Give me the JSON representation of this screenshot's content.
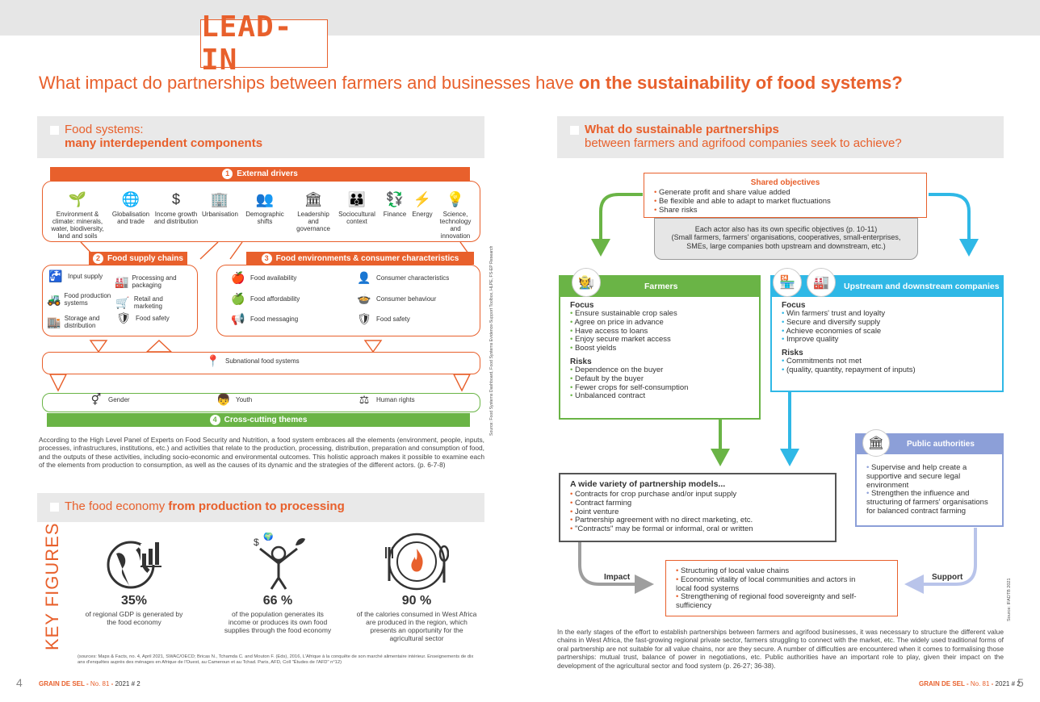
{
  "lead_in": "LEAD-IN",
  "main_title": {
    "normal": "What impact do partnerships between farmers and businesses have ",
    "bold": "on the sustainability of food systems?"
  },
  "left": {
    "section1": {
      "line1": "Food systems:",
      "line2": "many interdependent components"
    },
    "external_drivers": {
      "num": "1",
      "title": "External drivers"
    },
    "drivers": [
      {
        "icon": "plant-hand-icon",
        "glyph": "🌱",
        "label": "Environment & climate: minerals, water, biodiversity, land and soils"
      },
      {
        "icon": "globe-icon",
        "glyph": "🌐",
        "label": "Globalisation and trade"
      },
      {
        "icon": "dollar-icon",
        "glyph": "$",
        "label": "Income growth and distribution"
      },
      {
        "icon": "buildings-icon",
        "glyph": "🏢",
        "label": "Urbanisation"
      },
      {
        "icon": "people-icon",
        "glyph": "👥",
        "label": "Demographic shifts"
      },
      {
        "icon": "government-icon",
        "glyph": "🏛",
        "label": "Leadership and governance"
      },
      {
        "icon": "community-icon",
        "glyph": "👪",
        "label": "Sociocultural context"
      },
      {
        "icon": "finance-icon",
        "glyph": "💱",
        "label": "Finance"
      },
      {
        "icon": "lightning-icon",
        "glyph": "⚡",
        "label": "Energy"
      },
      {
        "icon": "lightbulb-icon",
        "glyph": "💡",
        "label": "Science, technology and innovation"
      }
    ],
    "supply": {
      "num": "2",
      "title": "Food supply chains"
    },
    "supply_items": [
      {
        "icon": "tap-icon",
        "glyph": "🚰",
        "label": "Input supply"
      },
      {
        "icon": "factory-icon",
        "glyph": "🏭",
        "label": "Processing and packaging"
      },
      {
        "icon": "tractor-icon",
        "glyph": "🚜",
        "label": "Food production systems"
      },
      {
        "icon": "cart-icon",
        "glyph": "🛒",
        "label": "Retail and marketing"
      },
      {
        "icon": "warehouse-icon",
        "glyph": "🏬",
        "label": "Storage and distribution"
      },
      {
        "icon": "shield-icon",
        "glyph": "🛡",
        "label": "Food safety"
      }
    ],
    "environments": {
      "num": "3",
      "title": "Food environments & consumer characteristics"
    },
    "env_items": [
      {
        "icon": "apple-icon",
        "glyph": "🍎",
        "label": "Food availability"
      },
      {
        "icon": "person-icon",
        "glyph": "👤",
        "label": "Consumer characteristics"
      },
      {
        "icon": "apple-dollar-icon",
        "glyph": "🍏",
        "label": "Food affordability"
      },
      {
        "icon": "steaming-bowl-icon",
        "glyph": "🍲",
        "label": "Consumer behaviour"
      },
      {
        "icon": "megaphone-icon",
        "glyph": "📢",
        "label": "Food messaging"
      },
      {
        "icon": "shield-icon",
        "glyph": "🛡",
        "label": "Food safety"
      }
    ],
    "subnational": {
      "icon": "location-pin-icon",
      "glyph": "📍",
      "label": "Subnational food systems"
    },
    "crosscut_items": [
      {
        "icon": "gender-icon",
        "glyph": "⚥",
        "label": "Gender"
      },
      {
        "icon": "youth-icon",
        "glyph": "👦",
        "label": "Youth"
      },
      {
        "icon": "gavel-icon",
        "glyph": "⚖",
        "label": "Human rights"
      }
    ],
    "crosscut": {
      "num": "4",
      "title": "Cross-cutting themes"
    },
    "diagram_source": "Source: Food Systems Dashboard, Food Systems Evidence-Support Toolbox, HLPE, FS-EP Research",
    "paragraph": "According to the High Level Panel of Experts on Food Security and Nutrition, a food system embraces all the elements (environment, people, inputs, processes, infrastructures, institutions, etc.) and activities that relate to the production, processing, distribution, preparation and consumption of food, and the outputs of these activities, including socio-economic and environmental outcomes. This holistic approach makes it possible to examine each of the elements from production to consumption, as well as the causes of its dynamic and the strategies of the different actors. (p. 6-7-8)",
    "section2": {
      "normal": "The food economy ",
      "bold": "from production to processing"
    },
    "key_figures": "KEY FIGURES",
    "figures": [
      {
        "pct": "35%",
        "text": "of regional GDP is generated by the food economy"
      },
      {
        "pct": "66 %",
        "text": "of the population generates its income or produces its own food supplies through the food economy"
      },
      {
        "pct": "90 %",
        "text": "of the calories consumed in West Africa are produced in the region, which presents an opportunity for the agricultural sector"
      }
    ],
    "sources": "(sources: Maps & Facts, no. 4, April 2021, SWAC/OECD; Bricas N., Tchamda C. and Mouton F. (Eds), 2016, L'Afrique à la conquête de son marché alimentaire intérieur. Enseignements de dix ans d'enquêtes auprès des ménages en Afrique de l'Ouest, au Cameroun et au Tchad. Paris, AFD, Coll \"Études de l'AFD\" n°12)",
    "footer": {
      "page": "4",
      "mag": "GRAIN DE SEL",
      "no": "No. 81",
      "year": "2021 # 2"
    }
  },
  "right": {
    "section": {
      "line1": "What do sustainable partnerships",
      "line2": "between farmers and agrifood companies seek to achieve?"
    },
    "shared": {
      "title": "Shared objectives",
      "items": [
        "Generate profit and share value added",
        "Be flexible and able to adapt to market fluctuations",
        "Share risks"
      ]
    },
    "actor_note": [
      "Each actor also has its own specific objectives (p. 10-11)",
      "(Small farmers, farmers' organisations, cooperatives, small-enterprises,",
      "SMEs, large companies both upstream and downstream, etc.)"
    ],
    "farmers": {
      "title": "Farmers",
      "focus_label": "Focus",
      "focus": [
        "Ensure sustainable crop sales",
        "Agree on price in advance",
        "Have access to loans",
        "Enjoy secure market access",
        "Boost yields"
      ],
      "risks_label": "Risks",
      "risks": [
        "Dependence on the buyer",
        "Default by the buyer",
        "Fewer crops for self-consumption",
        "Unbalanced contract"
      ]
    },
    "companies": {
      "title": "Upstream and downstream companies",
      "focus_label": "Focus",
      "focus": [
        "Win farmers' trust and loyalty",
        "Secure and diversify supply",
        "Achieve economies of scale",
        "Improve quality"
      ],
      "risks_label": "Risks",
      "risks": [
        "Commitments not met",
        "(quality, quantity, repayment of inputs)"
      ]
    },
    "authorities": {
      "title": "Public authorities",
      "items": [
        "Supervise and help create a supportive and secure legal environment",
        "Strengthen the influence and structuring of farmers' organisations for balanced contract farming"
      ]
    },
    "models": {
      "title": "A wide variety of partnership models...",
      "items": [
        "Contracts for crop purchase and/or input supply",
        "Contract farming",
        "Joint venture",
        "Partnership agreement with no direct marketing, etc.",
        "\"Contracts\" may be formal or informal, oral or written"
      ]
    },
    "outcomes": [
      "Structuring of local value chains",
      "Economic vitality of local communities and actors in local food systems",
      "Strengthening of regional food sovereignty and self-sufficiency"
    ],
    "impact_label": "Impact",
    "support_label": "Support",
    "source": "Source: IFADTB 2021",
    "paragraph": "In the early stages of the effort to establish partnerships between farmers and agrifood businesses, it was necessary to structure the different value chains in West Africa, the fast-growing regional private sector, farmers struggling to connect with the market, etc. The widely used traditional forms of oral partnership are not suitable for all value chains, nor are they secure. A number of difficulties are encountered when it comes to formalising those partnerships: mutual trust, balance of power in negotiations, etc. Public authorities have an important role to play, given their impact on the development of the agricultural sector and food system (p. 26-27; 36-38).",
    "footer": {
      "page": "5",
      "mag": "GRAIN DE SEL",
      "no": "No. 81",
      "year": "2021 # 2"
    }
  },
  "colors": {
    "orange": "#e8602c",
    "green": "#6ab446",
    "blue": "#2fb8e6",
    "lavender": "#8c9fd8",
    "grey": "#e9e9e9"
  }
}
